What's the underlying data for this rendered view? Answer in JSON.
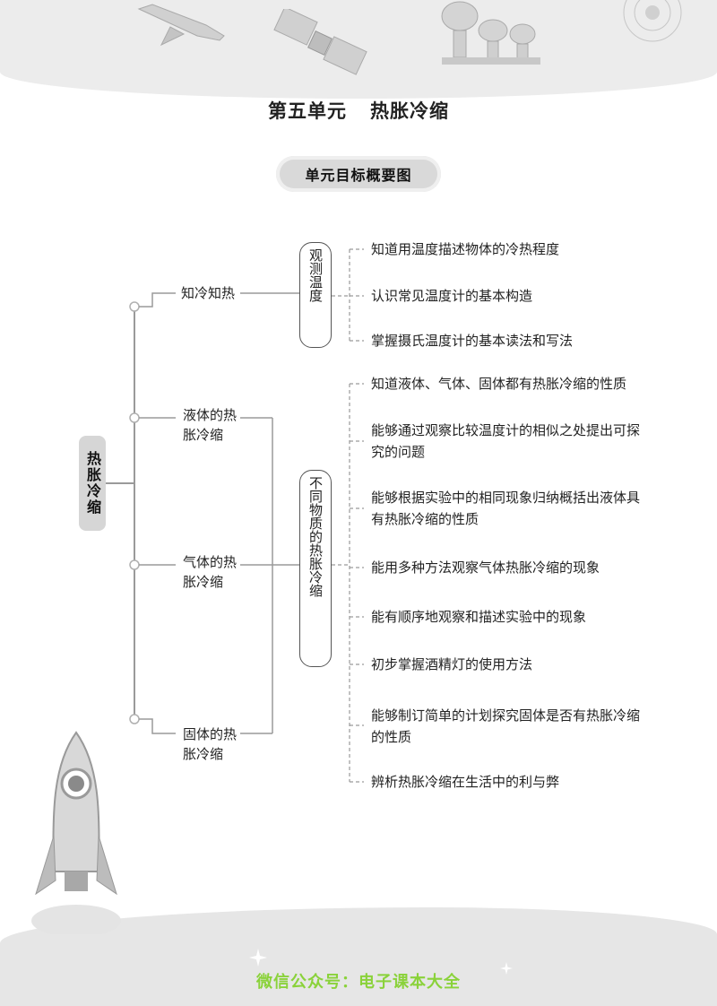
{
  "page": {
    "title_unit": "第五单元",
    "title_topic": "热胀冷缩",
    "section_pill": "单元目标概要图",
    "footer": "微信公众号：电子课本大全"
  },
  "mindmap": {
    "root": "热胀冷缩",
    "branches": [
      {
        "label": "知冷知热"
      },
      {
        "label": "液体的热胀冷缩"
      },
      {
        "label": "气体的热胀冷缩"
      },
      {
        "label": "固体的热胀冷缩"
      }
    ],
    "categories": [
      {
        "label": "观测温度"
      },
      {
        "label": "不同物质的热胀冷缩"
      }
    ],
    "goals_observe": [
      "知道用温度描述物体的冷热程度",
      "认识常见温度计的基本构造",
      "掌握摄氏温度计的基本读法和写法"
    ],
    "goals_materials": [
      "知道液体、气体、固体都有热胀冷缩的性质",
      "能够通过观察比较温度计的相似之处提出可探究的问题",
      "能够根据实验中的相同现象归纳概括出液体具有热胀冷缩的性质",
      "能用多种方法观察气体热胀冷缩的现象",
      "能有顺序地观察和描述实验中的现象",
      "初步掌握酒精灯的使用方法",
      "能够制订简单的计划探究固体是否有热胀冷缩的性质",
      "辨析热胀冷缩在生活中的利与弊"
    ]
  },
  "colors": {
    "line": "#9a9a9a",
    "pill_bg": "#d9d9d9",
    "footer_green": "#8ad23a"
  }
}
